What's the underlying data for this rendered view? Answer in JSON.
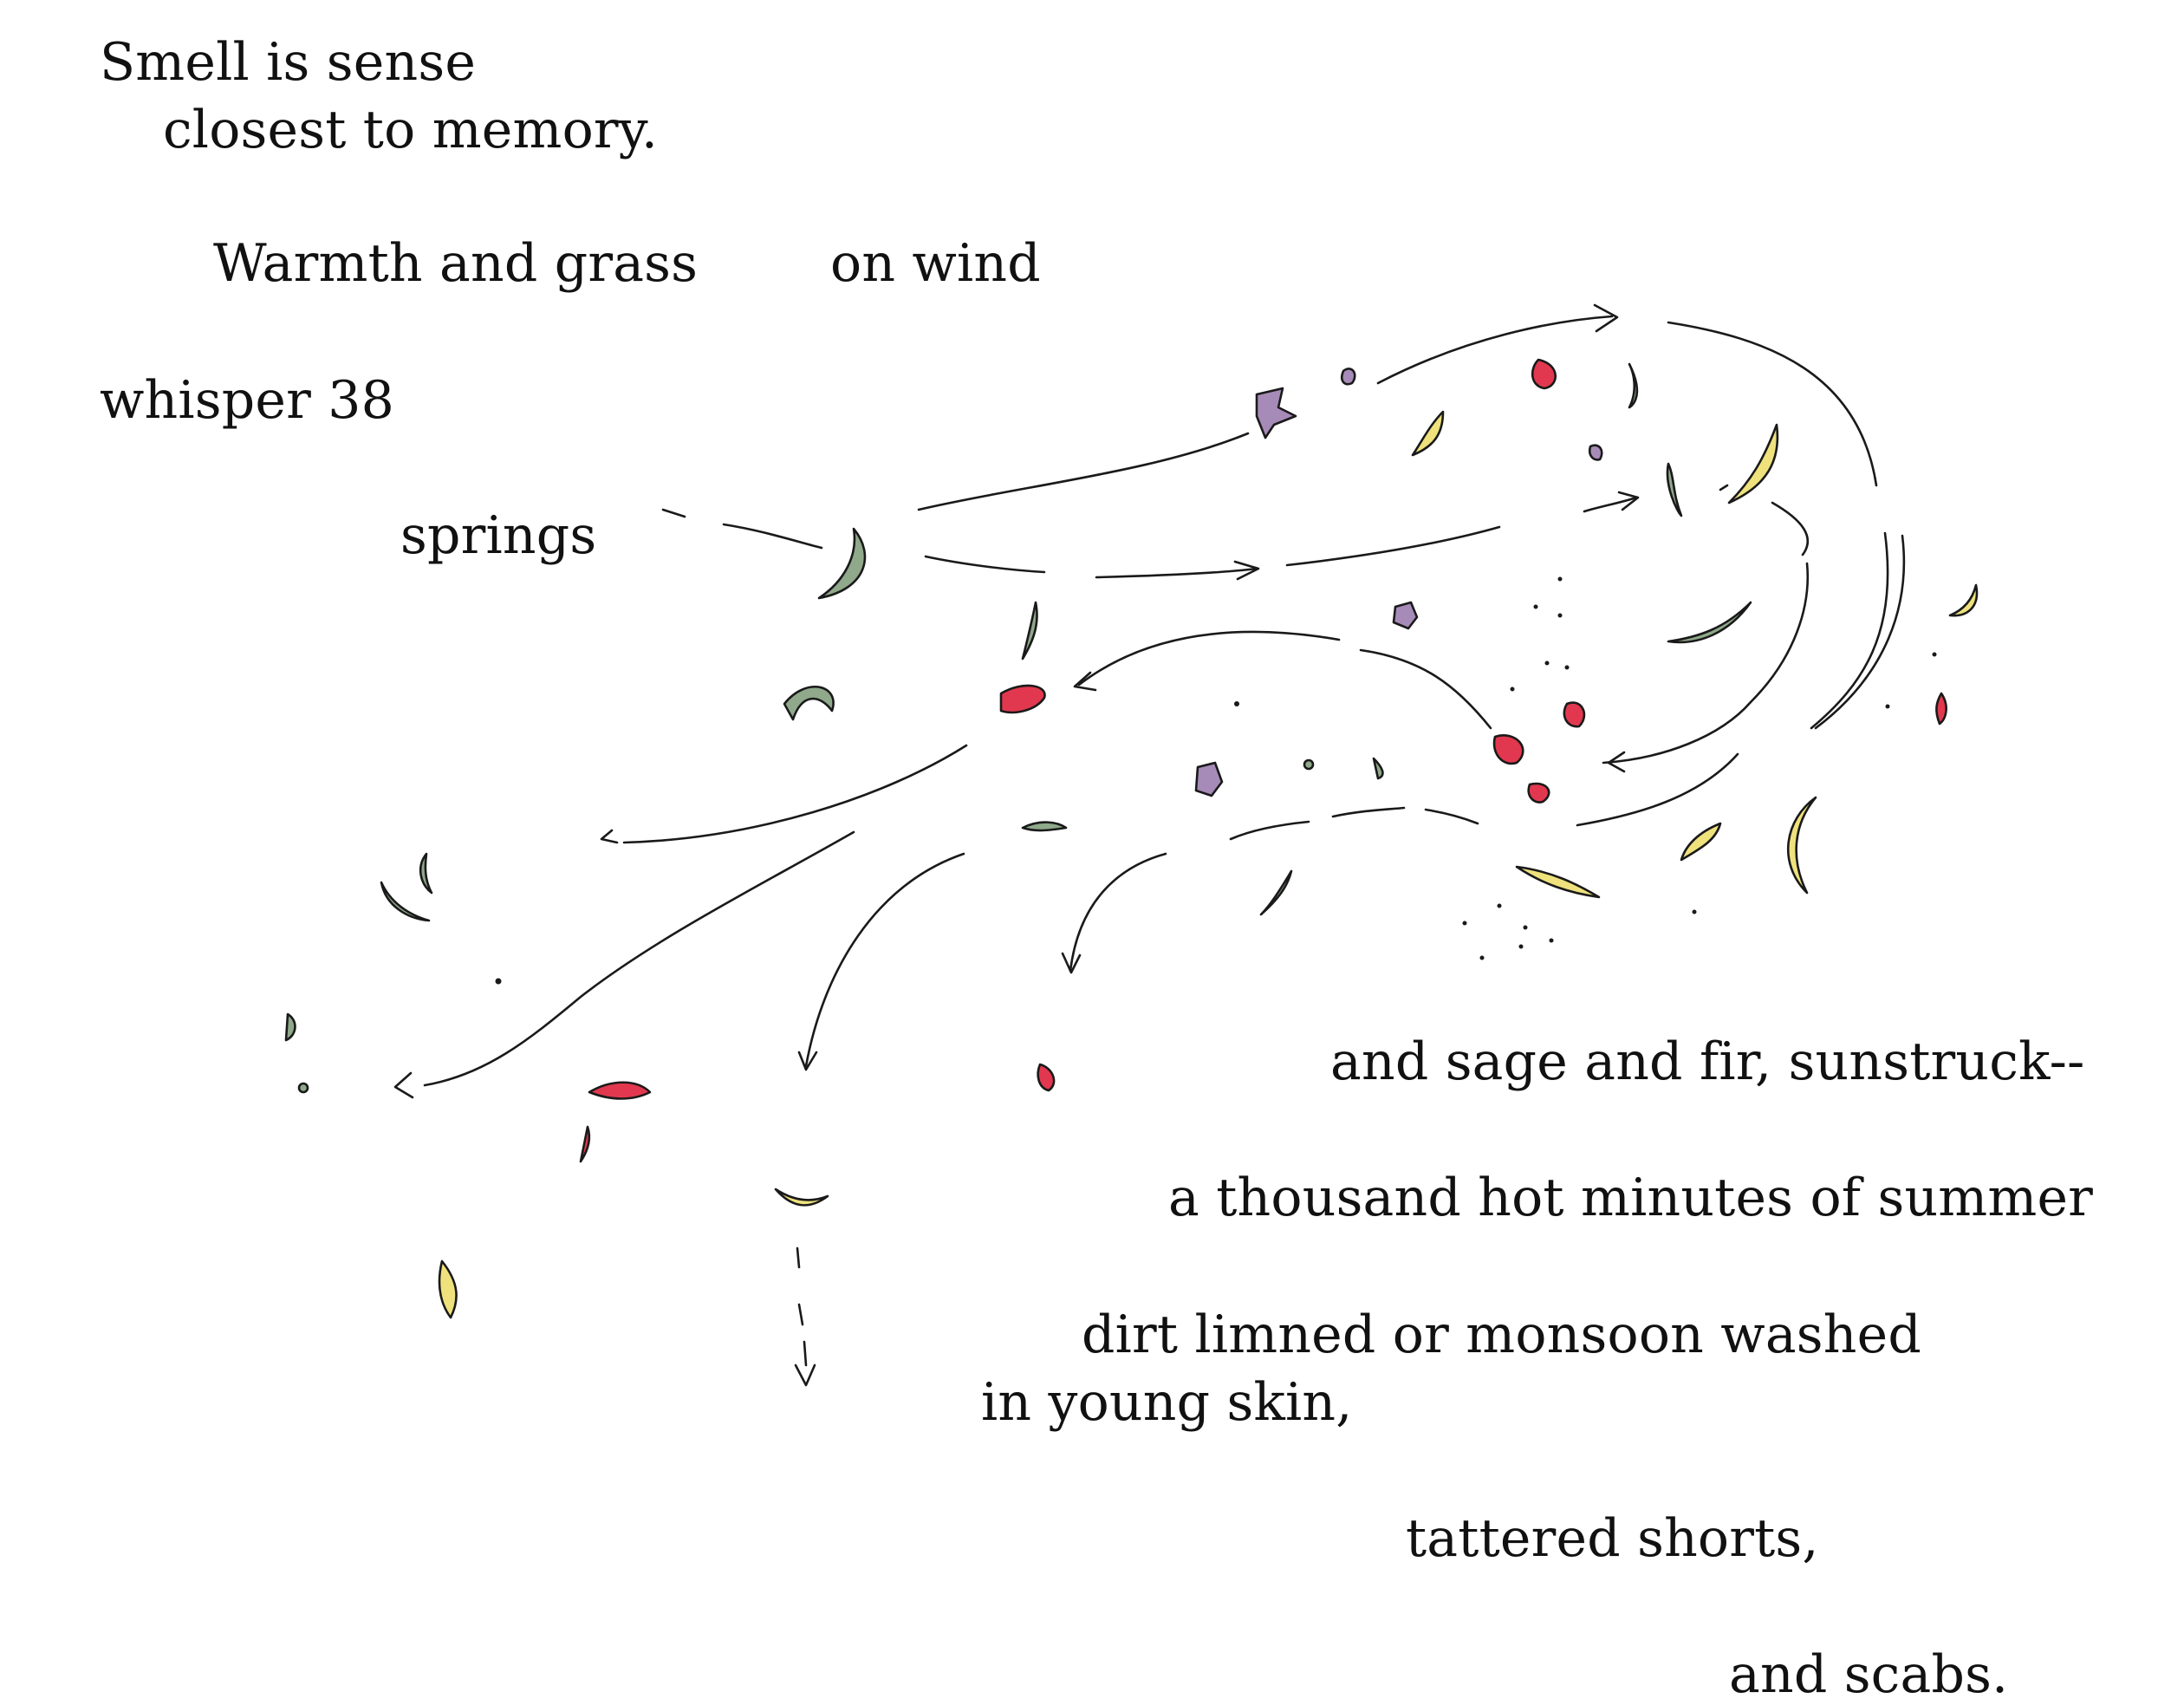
{
  "poem": {
    "lines": [
      "Smell is sense",
      "closest to memory.",
      "Warmth and grass",
      "on wind",
      "whisper 38",
      "springs",
      "and sage and fir, sunstruck--",
      "a thousand hot minutes of summer",
      "dirt limned or monsoon washed",
      "in young skin,",
      "tattered shorts,",
      "and scabs."
    ]
  },
  "illustration": {
    "subject": "wind-blown leaves and petals",
    "colors": {
      "ink": "#1a1a1a",
      "green_leaf": "#8fa98a",
      "yellow_leaf": "#efe27d",
      "red_petal": "#e2384f",
      "purple_flower": "#a68bb8"
    }
  }
}
